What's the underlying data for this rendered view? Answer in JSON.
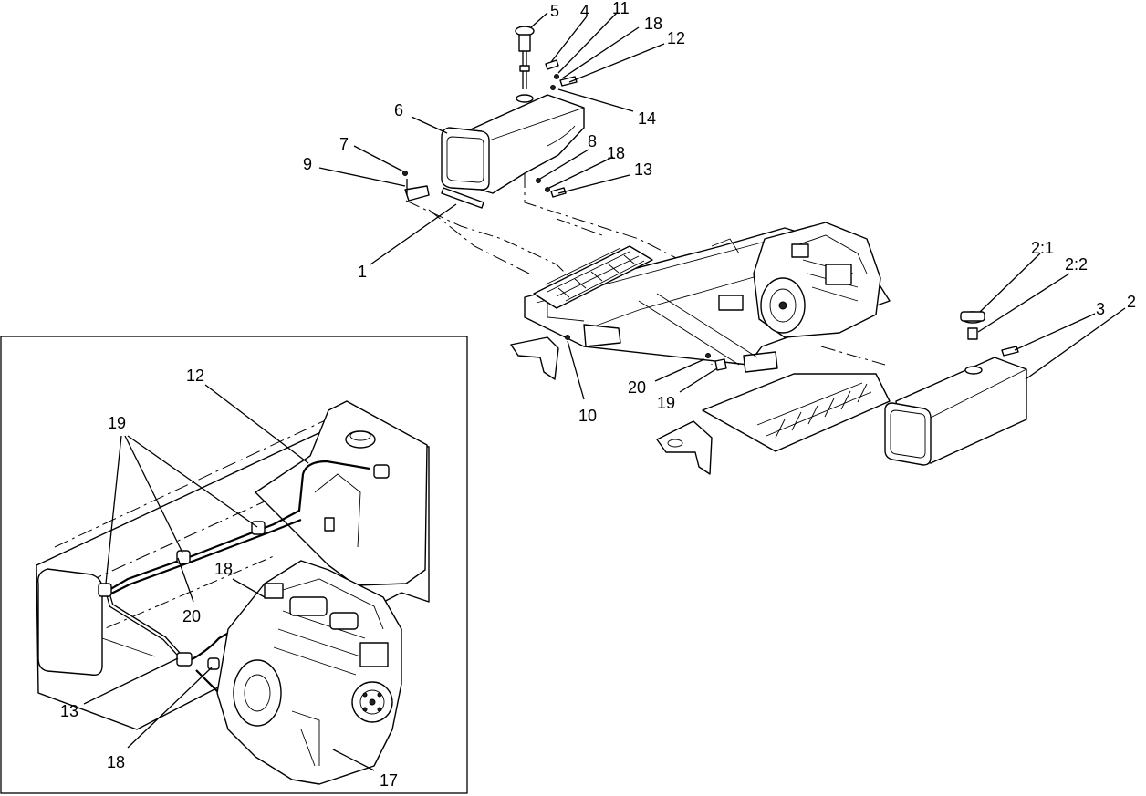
{
  "callouts": {
    "main": {
      "c1": "1",
      "c2": "2",
      "c2_1": "2:1",
      "c2_2": "2:2",
      "c3": "3",
      "c4": "4",
      "c5": "5",
      "c6": "6",
      "c7": "7",
      "c8": "8",
      "c9": "9",
      "c10": "10",
      "c11": "11",
      "c12": "12",
      "c13": "13",
      "c14": "14",
      "c18a": "18",
      "c18b": "18",
      "c19": "19",
      "c20": "20"
    },
    "inset": {
      "c12": "12",
      "c13": "13",
      "c17": "17",
      "c18a": "18",
      "c18b": "18",
      "c19": "19",
      "c20": "20"
    }
  },
  "colors": {
    "line": "#000000",
    "background": "#ffffff"
  }
}
